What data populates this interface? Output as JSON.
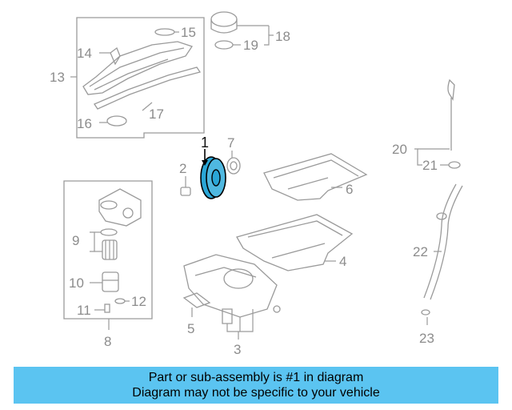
{
  "labels": {
    "p1": "1",
    "p2": "2",
    "p3": "3",
    "p4": "4",
    "p5": "5",
    "p6": "6",
    "p7": "7",
    "p8": "8",
    "p9": "9",
    "p10": "10",
    "p11": "11",
    "p12": "12",
    "p13": "13",
    "p14": "14",
    "p15": "15",
    "p16": "16",
    "p17": "17",
    "p18": "18",
    "p19": "19",
    "p20": "20",
    "p21": "21",
    "p22": "22",
    "p23": "23"
  },
  "banner": {
    "line1": "Part or sub-assembly is #1 in diagram",
    "line2": "Diagram may not be specific to your vehicle",
    "color": "#5bc4f1"
  },
  "highlight": {
    "part": "1",
    "color": "#2aa6d6"
  }
}
